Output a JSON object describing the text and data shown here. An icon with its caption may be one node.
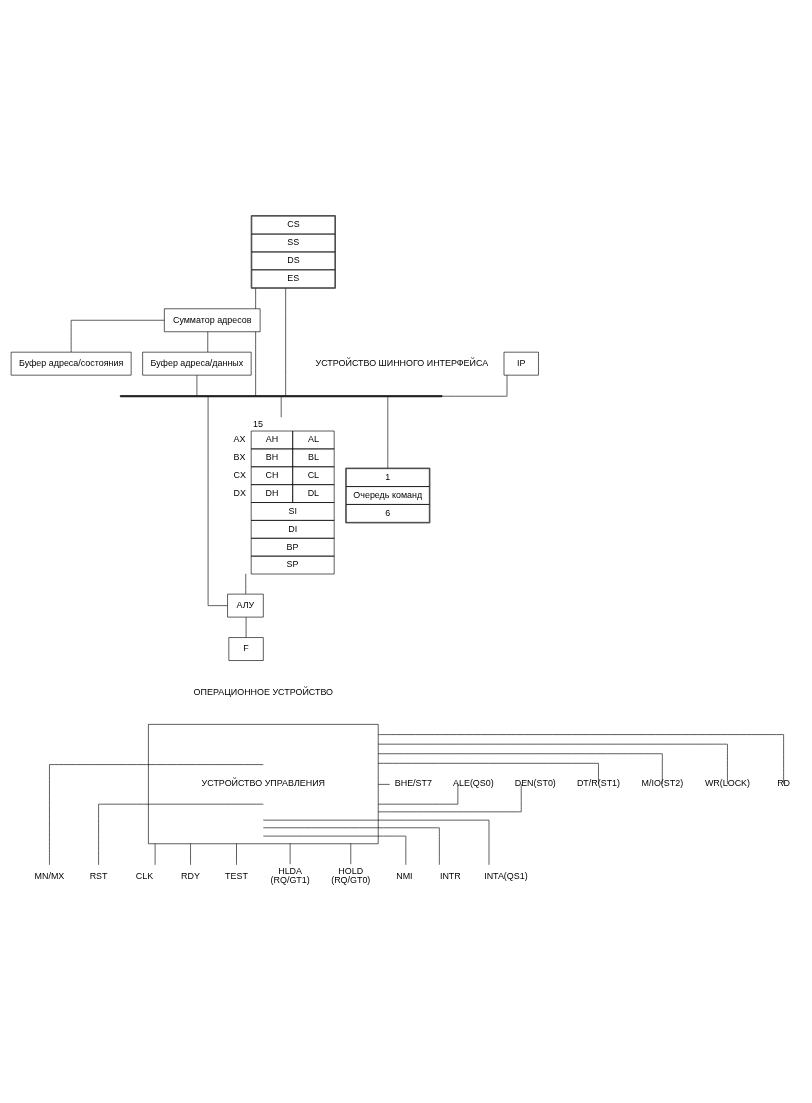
{
  "diagram": {
    "nodes": [
      {
        "text": [
          "CS",
          "SS",
          "DS",
          "ES"
        ]
      },
      {
        "text": [
          "Сумматор адресов"
        ]
      },
      {
        "text": [
          "Буфер адреса/состояния"
        ]
      },
      {
        "text": [
          "IP"
        ]
      },
      {
        "text": [
          "Буфер адреса/данных"
        ]
      },
      {
        "text": [],
        "shape": "bar"
      },
      {
        "text": [
          "AH",
          "AL",
          "BH",
          "BL",
          "CH",
          "CL",
          "DH",
          "DL",
          "SI",
          "DI",
          "BP",
          "SP"
        ],
        "beside": [
          "15",
          "AX",
          "BX",
          "CX",
          "DX"
        ]
      },
      {
        "text": [
          "АЛУ"
        ]
      },
      {
        "text": [
          "1",
          "Очередь команд",
          "6"
        ]
      },
      {
        "text": [
          "F"
        ]
      },
      {
        "text": [
          "УСТРОЙСТВО УПРАВЛЕНИЯ"
        ]
      },
      {
        "text": [
          "BHE/ST7"
        ]
      },
      {
        "text": [
          "ALE(QS0)"
        ]
      },
      {
        "text": [
          "DEN(ST0)"
        ]
      },
      {
        "text": [
          "DT/R(ST1)"
        ]
      },
      {
        "text": [
          "M/IO(ST2)"
        ]
      },
      {
        "text": [
          "WR(LOCK)"
        ]
      },
      {
        "text": [
          "RD"
        ]
      },
      {
        "text": [
          "MN/MX"
        ]
      },
      {
        "text": [
          "RST"
        ]
      },
      {
        "text": [
          "CLK"
        ]
      },
      {
        "text": [
          "RDY"
        ]
      },
      {
        "text": [
          "TEST"
        ]
      },
      {
        "text": [
          "HLDA",
          "(RQ/GT1)"
        ]
      },
      {
        "text": [
          "HOLD",
          "(RQ/GT0)"
        ]
      },
      {
        "text": [
          "NMI"
        ]
      },
      {
        "text": [
          "INTR"
        ]
      },
      {
        "text": [
          "INTA(QS1)"
        ]
      }
    ],
    "edges": [
      {
        "from": 0,
        "to": 1,
        "arrow": "none"
      },
      {
        "from": 1,
        "to": 2,
        "arrow": "none"
      },
      {
        "from": 1,
        "to": 4,
        "arrow": "none"
      },
      {
        "from": 0,
        "to": 5,
        "arrow": "none"
      },
      {
        "from": 1,
        "to": 5,
        "arrow": "none"
      },
      {
        "from": 3,
        "to": 5,
        "arrow": "none"
      },
      {
        "from": 4,
        "to": 5,
        "arrow": "none"
      },
      {
        "from": 5,
        "to": 6,
        "arrow": "none"
      },
      {
        "from": 5,
        "to": 7,
        "arrow": "none"
      },
      {
        "from": 5,
        "to": 8,
        "arrow": "none"
      },
      {
        "from": 6,
        "to": 7,
        "arrow": "none"
      },
      {
        "from": 7,
        "to": 9,
        "arrow": "none"
      },
      {
        "from": 10,
        "to": 11,
        "arrow": "none"
      },
      {
        "from": 10,
        "to": 12,
        "arrow": "none"
      },
      {
        "from": 10,
        "to": 13,
        "arrow": "none"
      },
      {
        "from": 10,
        "to": 14,
        "arrow": "none"
      },
      {
        "from": 10,
        "to": 15,
        "arrow": "none"
      },
      {
        "from": 10,
        "to": 16,
        "arrow": "none"
      },
      {
        "from": 10,
        "to": 17,
        "arrow": "none"
      },
      {
        "from": 10,
        "to": 18,
        "arrow": "none"
      },
      {
        "from": 10,
        "to": 19,
        "arrow": "none"
      },
      {
        "from": 10,
        "to": 20,
        "arrow": "none"
      },
      {
        "from": 10,
        "to": 21,
        "arrow": "none"
      },
      {
        "from": 10,
        "to": 22,
        "arrow": "none"
      },
      {
        "from": 10,
        "to": 23,
        "arrow": "none"
      },
      {
        "from": 10,
        "to": 24,
        "arrow": "none"
      },
      {
        "from": 10,
        "to": 25,
        "arrow": "none"
      },
      {
        "from": 10,
        "to": 26,
        "arrow": "none"
      },
      {
        "from": 10,
        "to": 27,
        "arrow": "none"
      }
    ],
    "labels": [
      "УСТРОЙСТВО ШИННОГО ИНТЕРФЕЙСА",
      "ОПЕРАЦИОННОЕ УСТРОЙСТВО"
    ]
  }
}
